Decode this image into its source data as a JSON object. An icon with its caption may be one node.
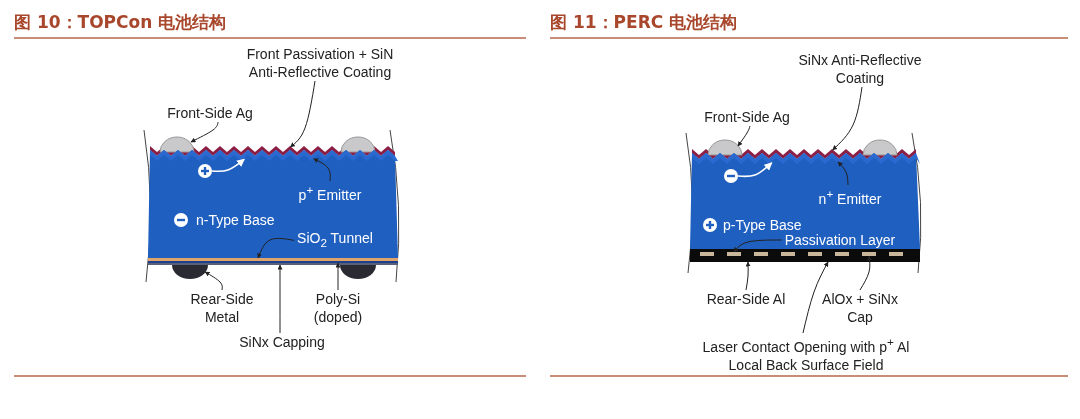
{
  "diagram": {
    "nodes": [
      {
        "text": [
          "Front Passivation + SiN Anti-Reflective Coating"
        ]
      },
      {
        "text": [
          "Front-Side Ag"
        ]
      },
      {
        "text": [
          "n-Type Base"
        ]
      },
      {
        "text": [
          "p$^{+}$ Emitter"
        ],
        "in": 2
      },
      {
        "text": [
          "SiO$_{2}$ Tunnel"
        ],
        "in": 2
      },
      {
        "text": [
          "Rear-Side Metal"
        ]
      },
      {
        "text": [
          "Poly-Si (doped)"
        ]
      },
      {
        "text": [
          "SiNx Capping"
        ]
      },
      {
        "text": [],
        "shape": "bar"
      },
      {
        "text": [],
        "shape": "circle"
      },
      {
        "text": [],
        "shape": "circle"
      },
      {
        "text": [],
        "shape": "bar",
        "in": 2
      },
      {
        "text": [],
        "shape": "bar"
      },
      {
        "text": [],
        "shape": "bar"
      },
      {
        "text": [],
        "shape": "bar"
      },
      {
        "text": [],
        "shape": "circle"
      },
      {
        "text": [],
        "shape": "circle"
      },
      {
        "text": [
          "SiNx Anti-Reflective Coating"
        ]
      },
      {
        "text": [
          "Front-Side Ag"
        ]
      },
      {
        "text": [
          "p-Type Base"
        ]
      },
      {
        "text": [
          "n$^{+}$ Emitter"
        ],
        "in": 19
      },
      {
        "text": [
          "Passivation Layer"
        ],
        "in": 19
      },
      {
        "text": [
          "Rear-Side Al"
        ]
      },
      {
        "text": [
          "AlOx + SiNx Cap"
        ]
      },
      {
        "text": [
          "Laser Contact Opening with p$^{+}$ Al Local Back Surface Field"
        ]
      },
      {
        "text": [],
        "shape": "bar"
      },
      {
        "text": [],
        "shape": "circle"
      },
      {
        "text": [],
        "shape": "circle"
      },
      {
        "text": [],
        "shape": "bar",
        "in": 19
      },
      {
        "text": [],
        "shape": "bar"
      },
      {
        "text": [],
        "shape": "bar",
        "in": 29
      },
      {
        "text": [],
        "shape": "bar",
        "in": 29
      },
      {
        "text": [],
        "shape": "bar",
        "in": 29
      },
      {
        "text": [],
        "shape": "bar",
        "in": 29
      },
      {
        "text": [],
        "shape": "bar",
        "in": 29
      },
      {
        "text": [],
        "shape": "bar",
        "in": 29
      },
      {
        "text": [],
        "shape": "bar",
        "in": 29
      },
      {
        "text": [],
        "shape": "bar",
        "in": 29
      },
      {
        "text": [],
        "shape": "circle",
        "in": 2
      },
      {
        "text": [],
        "shape": "circle",
        "in": 2
      },
      {
        "text": [],
        "shape": "circle",
        "in": 19
      },
      {
        "text": [],
        "shape": "circle",
        "in": 19
      }
    ],
    "edges": [
      {
        "from": 0,
        "to": 8,
        "arrow": "to"
      },
      {
        "from": 1,
        "to": 9,
        "arrow": "to"
      },
      {
        "from": 3,
        "to": 11,
        "arrow": "to"
      },
      {
        "from": 4,
        "to": 12,
        "arrow": "to"
      },
      {
        "from": 5,
        "to": 15,
        "arrow": "to"
      },
      {
        "from": 6,
        "to": 13,
        "arrow": "to"
      },
      {
        "from": 7,
        "to": 14,
        "arrow": "to"
      },
      {
        "from": 17,
        "to": 25,
        "arrow": "to"
      },
      {
        "from": 18,
        "to": 26,
        "arrow": "to"
      },
      {
        "from": 20,
        "to": 28,
        "arrow": "to"
      },
      {
        "from": 21,
        "to": 31,
        "arrow": "to"
      },
      {
        "from": 22,
        "to": 29,
        "arrow": "to"
      },
      {
        "from": 23,
        "to": 36,
        "arrow": "to"
      },
      {
        "from": 24,
        "to": 29,
        "arrow": "to"
      },
      {
        "from": 38,
        "to": 11,
        "arrow": "to",
        "color": "#ffffff"
      },
      {
        "from": 40,
        "to": 28,
        "arrow": "to",
        "color": "#ffffff"
      }
    ],
    "labels": [
      "图 10：TOPCon 电池结构",
      "图 11：PERC 电池结构"
    ]
  }
}
